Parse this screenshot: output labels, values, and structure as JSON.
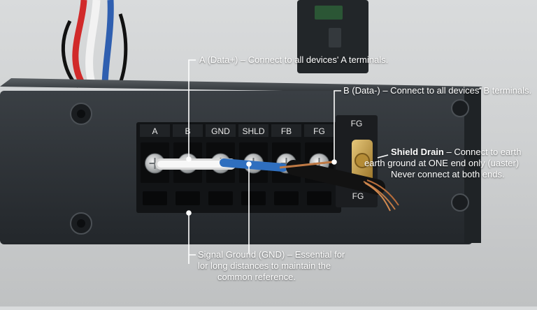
{
  "callouts": {
    "a_terminal": {
      "text": "A (Data+) – Connect to all devices' A terminals."
    },
    "b_terminal": {
      "text": "B (Data-) – Connect to all devices' B terminals."
    },
    "shield_drain": {
      "title": "Shield Drain",
      "line1_rest": " – Connect to earth",
      "line2": "earth ground at ONE end only (uaster)",
      "line3": "Never connect at both ends."
    },
    "signal_ground": {
      "line1": "Signal Ground (GND) – Essential for",
      "line2": "lor long distances to maintain the",
      "line3": "common reference."
    }
  },
  "terminal_block": {
    "labels": [
      "A",
      "B",
      "GND",
      "SHLD",
      "FB",
      "FG"
    ],
    "fg_top": "FG",
    "fg_bottom": "FG"
  },
  "colors": {
    "enclosure": "#2b2f33",
    "block": "#151719",
    "wire_white": "#f2f2f2",
    "wire_blue": "#2f6fbf",
    "wire_black": "#121212",
    "brass": "#c9a24a",
    "copper": "#c07a45",
    "callout_line": "#ffffff"
  }
}
